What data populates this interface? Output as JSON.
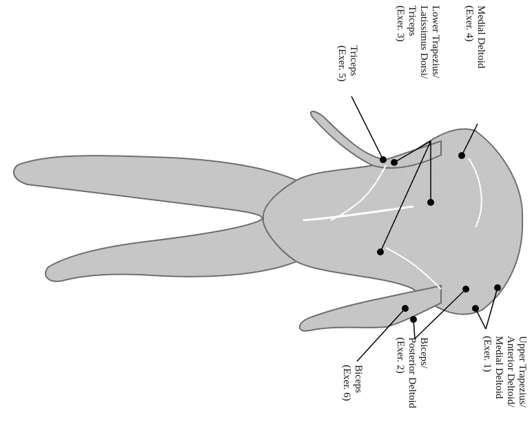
{
  "figure": {
    "labels": [
      {
        "id": "medial-deltoid-4",
        "lines": [
          "Medial Deltoid",
          "(Exer. 4)"
        ]
      },
      {
        "id": "lower-trap-3",
        "lines": [
          "Lower Trapezius/",
          "Latissimus Dorsi/",
          "Triceps",
          "(Exer. 3)"
        ]
      },
      {
        "id": "triceps-5",
        "lines": [
          "Triceps",
          "(Exer. 5)"
        ]
      },
      {
        "id": "upper-trap-1",
        "lines": [
          "Upper Trapezius/",
          "Anterior Deltoid/",
          "Medial Deltoid",
          "(Exer. 1)"
        ]
      },
      {
        "id": "biceps-post-delt-2",
        "lines": [
          "Biceps/",
          "Posterior Deltoid",
          "(Exer. 2)"
        ]
      },
      {
        "id": "biceps-6",
        "lines": [
          "Biceps",
          "(Exer. 6)"
        ]
      }
    ],
    "colors": {
      "muscle_fill": "#c9c9c9",
      "outline": "#6e6e6e",
      "line": "#000000",
      "dot": "#000000"
    }
  }
}
